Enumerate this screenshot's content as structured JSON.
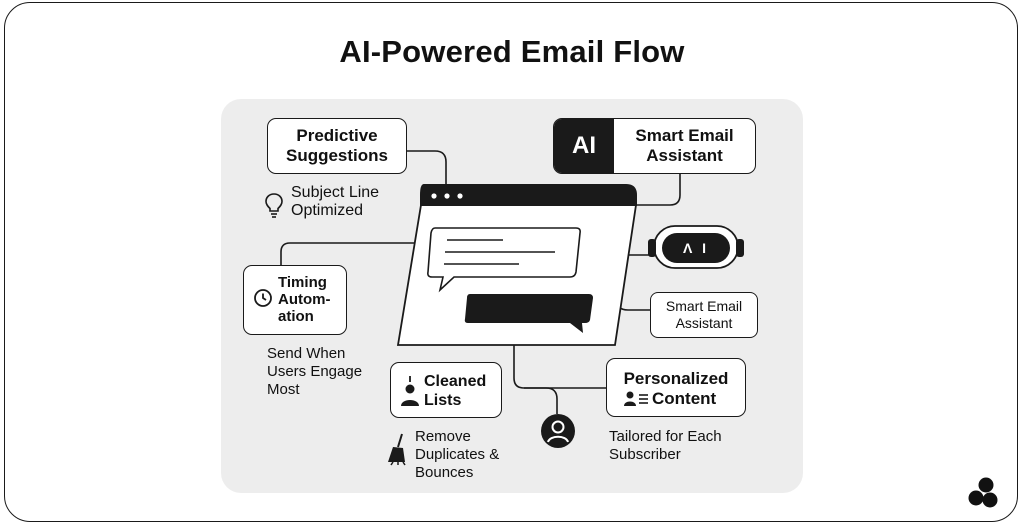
{
  "title": "AI-Powered Email Flow",
  "nodes": {
    "predictive": {
      "line1": "Predictive",
      "line2": "Suggestions"
    },
    "subject": {
      "line1": "Subject Line",
      "line2": "Optimized"
    },
    "smart_top": {
      "badge": "AI",
      "line1": "Smart Email",
      "line2": "Assistant"
    },
    "timing": {
      "line1": "Timing",
      "line2": "Autom-",
      "line3": "ation"
    },
    "send_when": {
      "line1": "Send When",
      "line2": "Users Engage",
      "line3": "Most"
    },
    "robot": {
      "face": "Λ I"
    },
    "smart_small": {
      "line1": "Smart Email",
      "line2": "Assistant"
    },
    "cleaned": {
      "line1": "Cleaned",
      "line2": "Lists"
    },
    "remove": {
      "line1": "Remove",
      "line2": "Duplicates &",
      "line3": "Bounces"
    },
    "personalized": {
      "line1": "Personalized",
      "line2": "Content"
    },
    "tailored": {
      "line1": "Tailored for Each",
      "line2": "Subscriber"
    }
  },
  "icons": [
    "lightbulb-icon",
    "clock-icon",
    "user-list-icon",
    "broom-icon",
    "user-avatar-icon",
    "person-icon",
    "robot-icon",
    "brand-logo-icon"
  ]
}
